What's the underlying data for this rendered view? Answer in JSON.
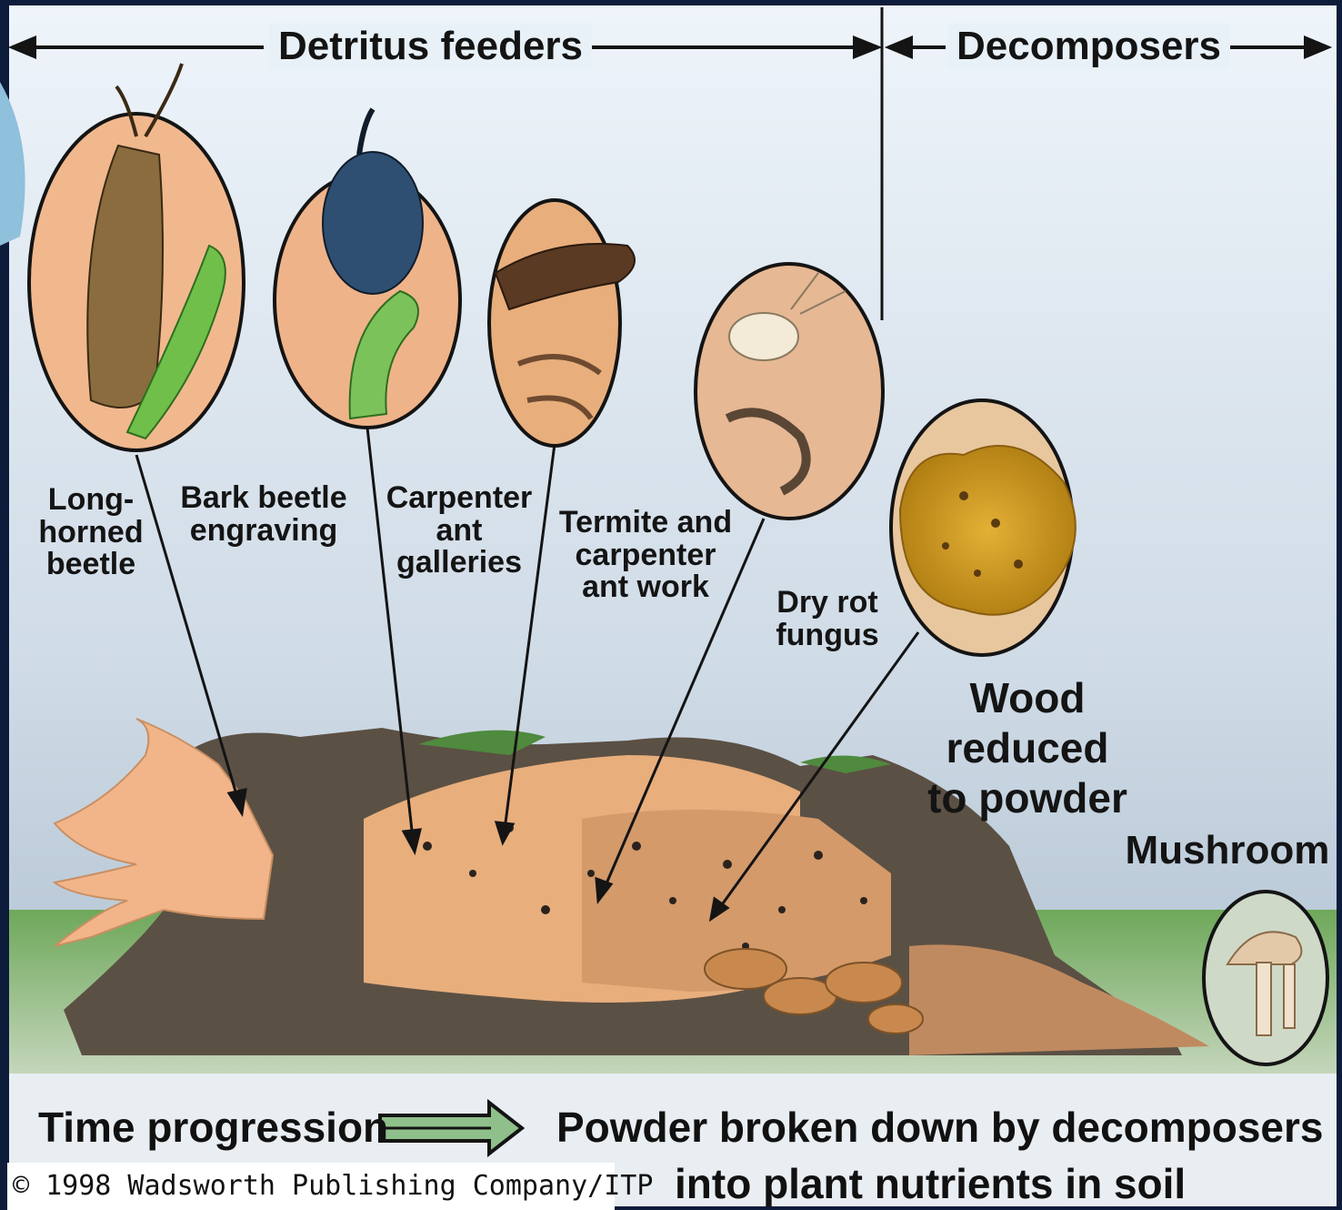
{
  "header": {
    "detritus_feeders": "Detritus feeders",
    "decomposers": "Decomposers"
  },
  "organisms": [
    {
      "id": "longhorned-beetle",
      "label": "Long-\nhorned\nbeetle"
    },
    {
      "id": "bark-beetle",
      "label": "Bark beetle\nengraving"
    },
    {
      "id": "carpenter-ant",
      "label": "Carpenter\nant\ngalleries"
    },
    {
      "id": "termite",
      "label": "Termite and\ncarpenter\nant work"
    },
    {
      "id": "dry-rot",
      "label": "Dry rot\nfungus"
    }
  ],
  "wood_powder": "Wood\nreduced\nto powder",
  "mushroom": "Mushroom",
  "footer": {
    "time_progression": "Time progression",
    "powder_line1": "Powder broken down by decomposers",
    "powder_line2": "into plant nutrients in soil",
    "copyright": "© 1998 Wadsworth Publishing Company/ITP"
  },
  "colors": {
    "sky_top": "#e6f0f8",
    "sky_bottom": "#aebfd0",
    "grass": "#5f9a4e",
    "wood_light": "#e8ae7c",
    "wood_dark": "#5a4f43",
    "fungus": "#d7a023",
    "arrow_green": "#8fbf8a"
  }
}
